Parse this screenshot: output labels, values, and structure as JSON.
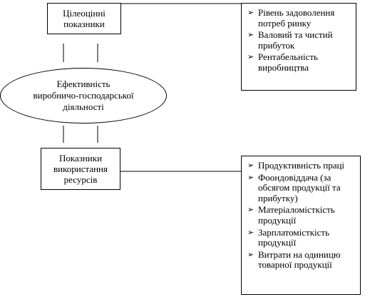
{
  "top_box": {
    "text_lines": [
      "Цілеоцінні",
      "показники"
    ]
  },
  "ellipse": {
    "text_lines": [
      "Ефективність",
      "виробничо-господарської",
      "діяльності"
    ]
  },
  "bottom_box": {
    "text_lines": [
      "Показники",
      "використання",
      "ресурсів"
    ]
  },
  "top_list": {
    "items": [
      {
        "lines": [
          "Рівень задоволення",
          "потреб ринку"
        ]
      },
      {
        "lines": [
          "Валовий та чистий",
          "прибуток"
        ]
      },
      {
        "lines": [
          "Рентабельність",
          "виробництва"
        ]
      }
    ]
  },
  "bottom_list": {
    "items": [
      {
        "lines": [
          "Продуктивність праці"
        ]
      },
      {
        "lines": [
          "Фоондовіддача (за",
          "обсягом продукції та",
          "прибутку)"
        ]
      },
      {
        "lines": [
          "Матеріаломісткість",
          "продукції"
        ]
      },
      {
        "lines": [
          "Зарплатомісткість",
          "продукції"
        ]
      },
      {
        "lines": [
          "Витрати на одиницю",
          "товарної продукції"
        ]
      }
    ]
  },
  "icons": {
    "bullet": "arrowhead-bullet-icon"
  }
}
